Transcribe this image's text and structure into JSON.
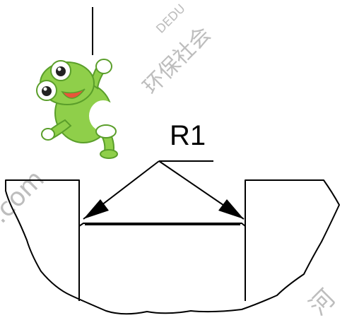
{
  "drawing": {
    "radius_label": "R1",
    "line_color": "#000000",
    "arrow_color": "#000000"
  },
  "watermarks": {
    "text_top": "DEDU",
    "text_cn": "环保社会",
    "text_left": ".com",
    "text_bottom_right": "河",
    "color": "#bdbdbd"
  },
  "mascot": {
    "icon": "frog-mascot-icon",
    "body_color": "#8fcf4a",
    "belly_color": "#ffffff"
  }
}
